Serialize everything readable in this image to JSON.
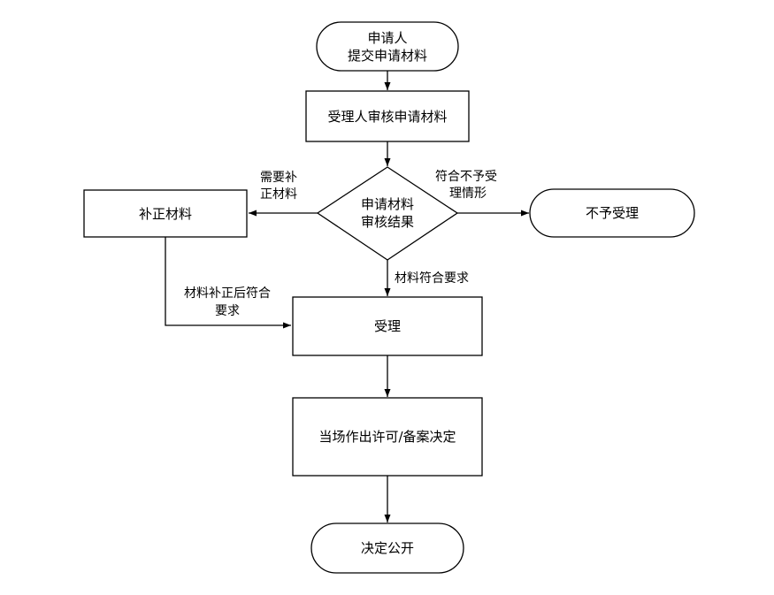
{
  "nodes": {
    "start": {
      "line1": "申请人",
      "line2": "提交申请材料"
    },
    "review": {
      "label": "受理人审核申请材料"
    },
    "decision": {
      "line1": "申请材料",
      "line2": "审核结果"
    },
    "supplement": {
      "label": "补正材料"
    },
    "reject": {
      "label": "不予受理"
    },
    "accept": {
      "label": "受理"
    },
    "decide": {
      "label": "当场作出许可/备案决定"
    },
    "publish": {
      "label": "决定公开"
    }
  },
  "edges": {
    "need_supplement": {
      "line1": "需要补",
      "line2": "正材料"
    },
    "not_accept": {
      "line1": "符合不予受",
      "line2": "理情形"
    },
    "meets_requirements": {
      "label": "材料符合要求"
    },
    "after_supplement": {
      "line1": "材料补正后符合",
      "line2": "要求"
    }
  }
}
